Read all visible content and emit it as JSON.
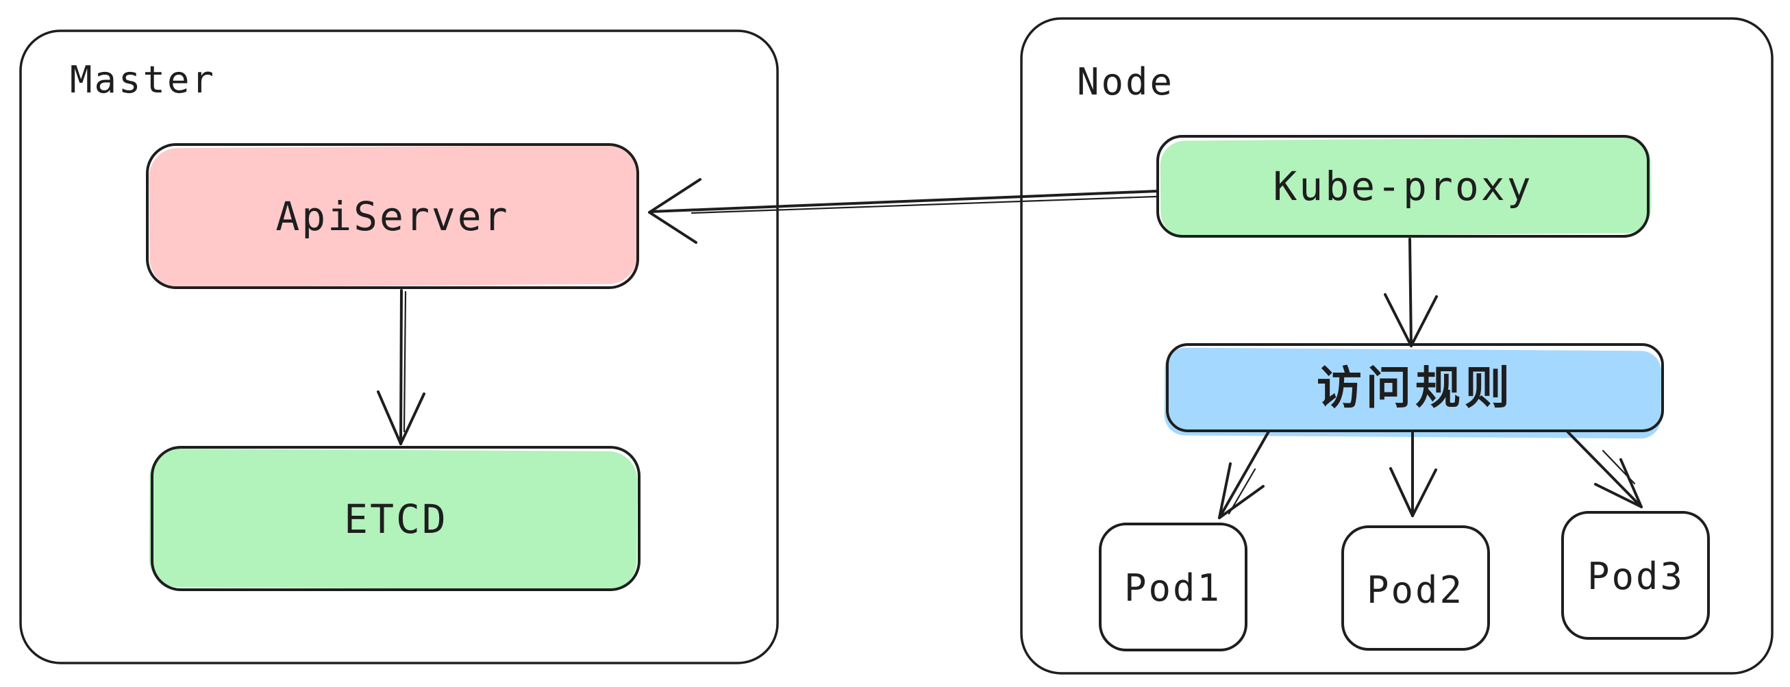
{
  "diagram": {
    "containers": [
      {
        "id": "master",
        "label": "Master"
      },
      {
        "id": "node",
        "label": "Node"
      }
    ],
    "nodes": [
      {
        "id": "apiserver",
        "label": "ApiServer",
        "fill": "#ffc9c9"
      },
      {
        "id": "etcd",
        "label": "ETCD",
        "fill": "#b2f2bb"
      },
      {
        "id": "kube-proxy",
        "label": "Kube-proxy",
        "fill": "#b2f2bb"
      },
      {
        "id": "access-rules",
        "label": "访问规则",
        "fill": "#a5d8ff"
      },
      {
        "id": "pod1",
        "label": "Pod1",
        "fill": "#ffffff"
      },
      {
        "id": "pod2",
        "label": "Pod2",
        "fill": "#ffffff"
      },
      {
        "id": "pod3",
        "label": "Pod3",
        "fill": "#ffffff"
      }
    ],
    "edges": [
      {
        "from": "kube-proxy",
        "to": "apiserver"
      },
      {
        "from": "apiserver",
        "to": "etcd"
      },
      {
        "from": "kube-proxy",
        "to": "access-rules"
      },
      {
        "from": "access-rules",
        "to": "pod1"
      },
      {
        "from": "access-rules",
        "to": "pod2"
      },
      {
        "from": "access-rules",
        "to": "pod3"
      }
    ],
    "colors": {
      "stroke": "#1e1e1e",
      "pink": "#ffc9c9",
      "green": "#b2f2bb",
      "blue": "#a5d8ff",
      "background": "#ffffff"
    }
  }
}
